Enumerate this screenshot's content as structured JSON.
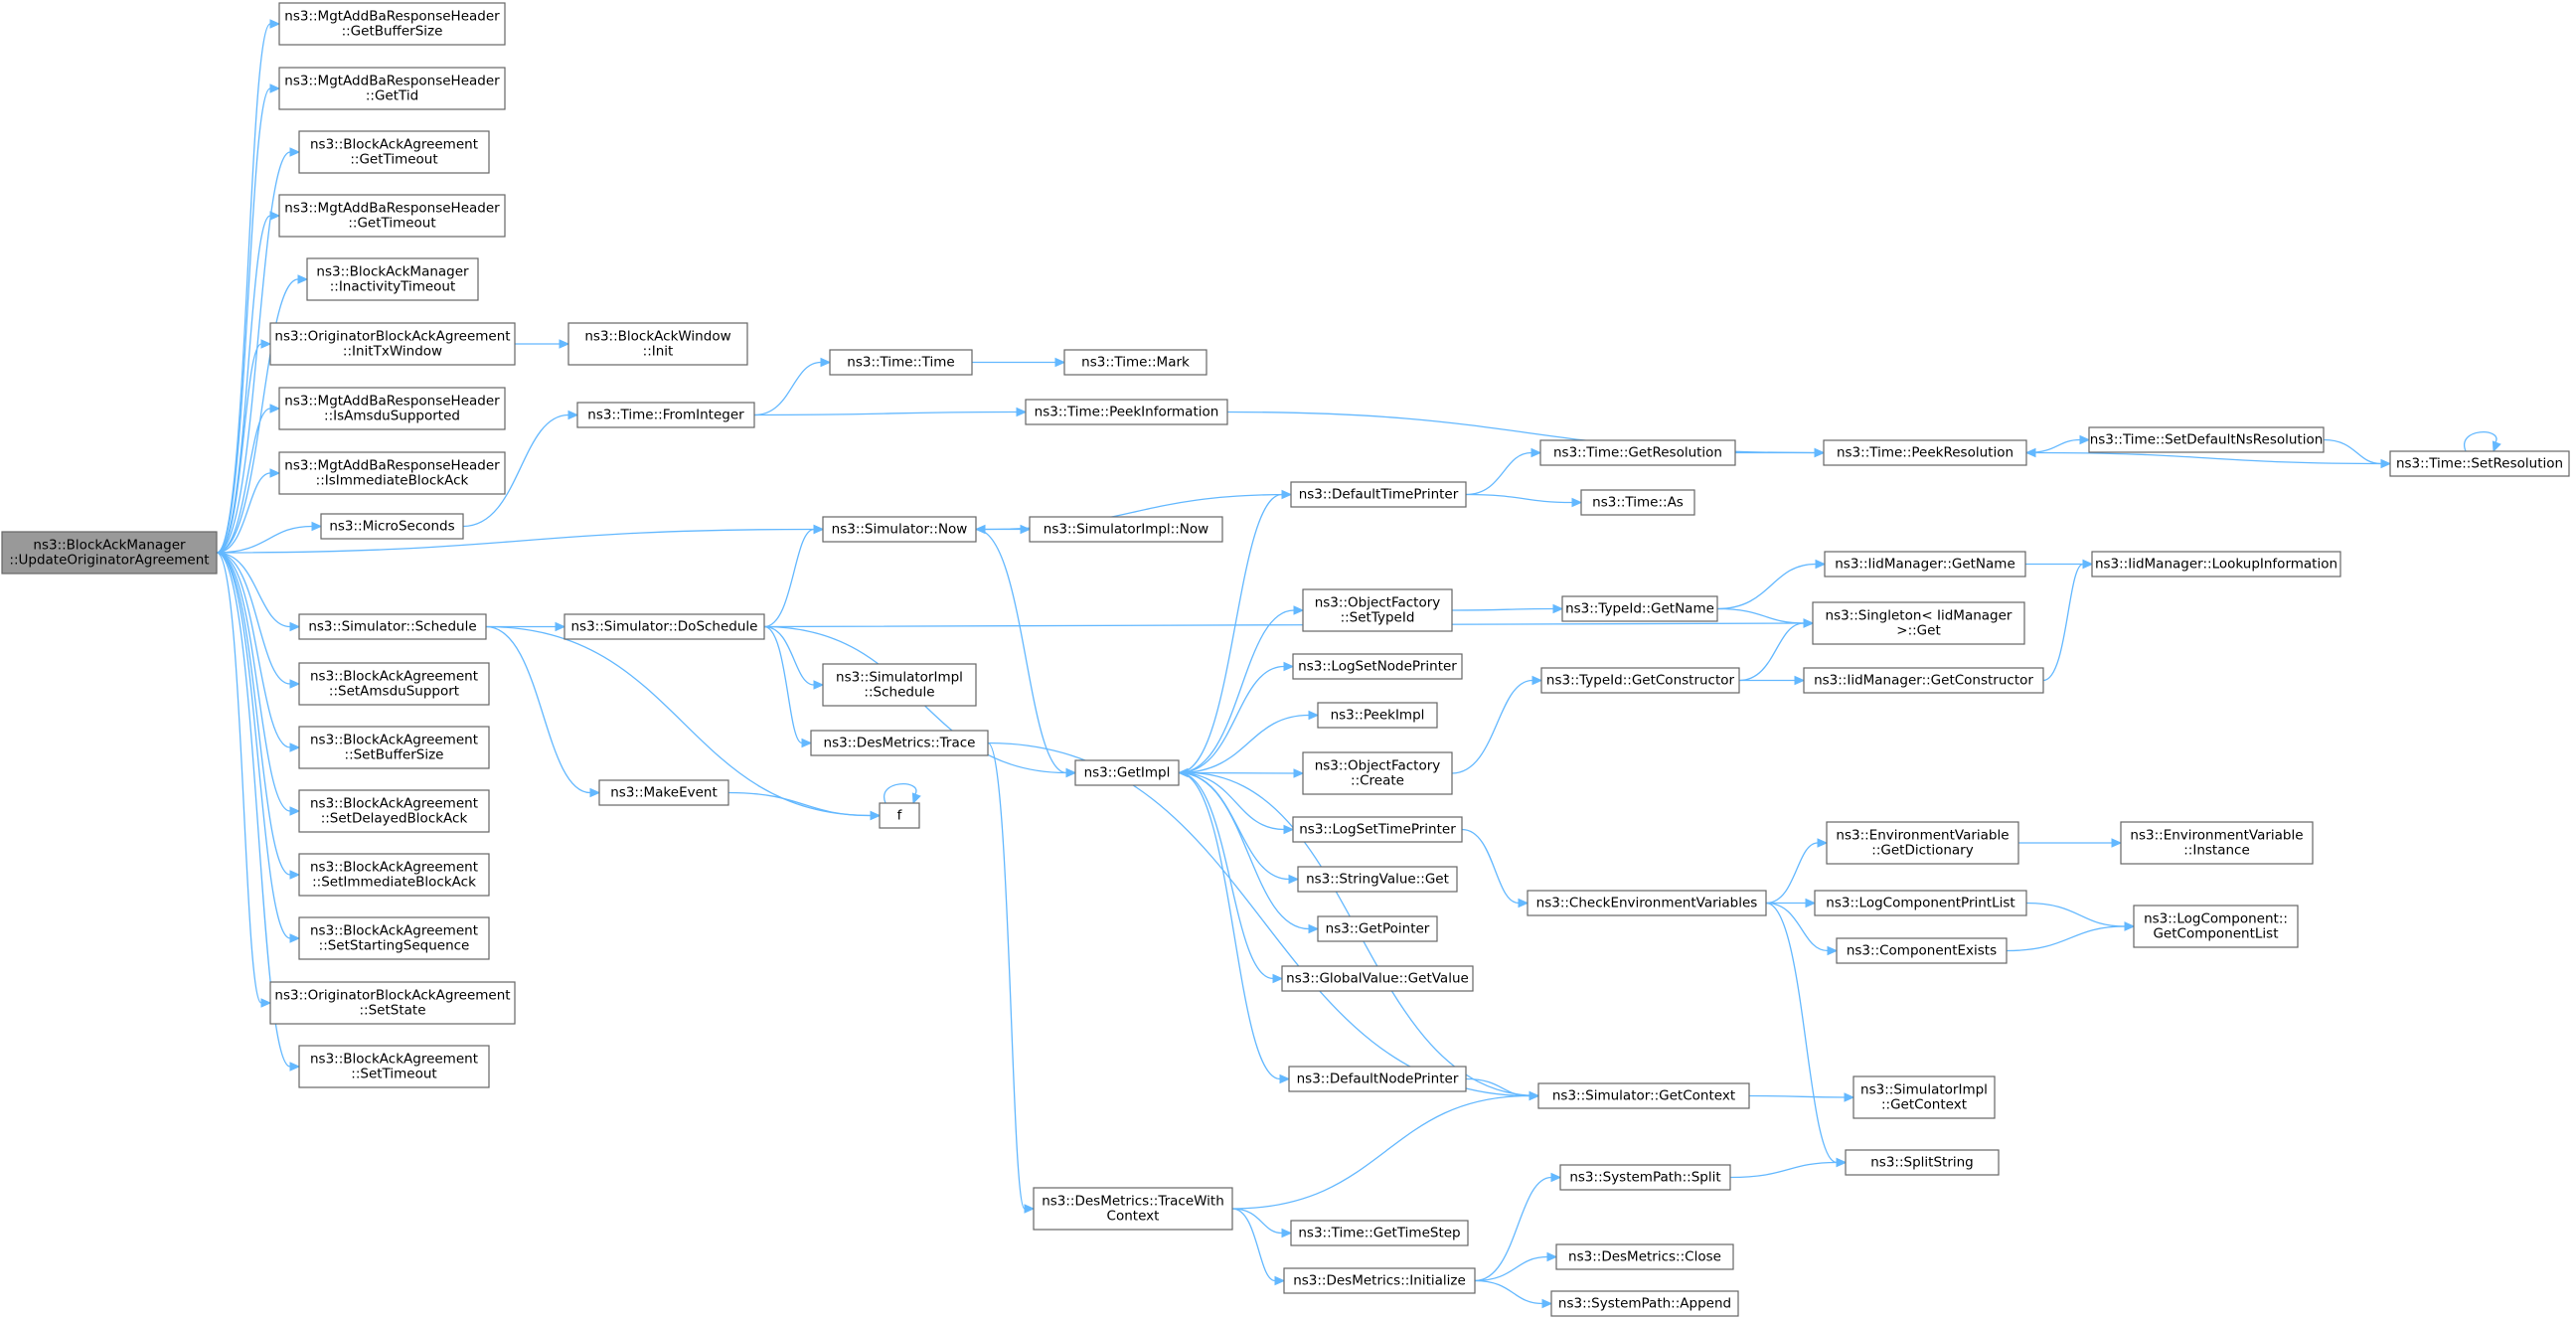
{
  "colors": {
    "edge": "#63b8ff",
    "node_border": "#666666",
    "node_fill": "#ffffff",
    "root_fill": "#999999",
    "text": "#000000"
  },
  "nodes": [
    {
      "id": "root",
      "lines": [
        "ns3::BlockAckManager",
        "::UpdateOriginatorAgreement"
      ],
      "root": true
    },
    {
      "id": "getBufferSize",
      "lines": [
        "ns3::MgtAddBaResponseHeader",
        "::GetBufferSize"
      ]
    },
    {
      "id": "getTid",
      "lines": [
        "ns3::MgtAddBaResponseHeader",
        "::GetTid"
      ]
    },
    {
      "id": "baaGetTimeout",
      "lines": [
        "ns3::BlockAckAgreement",
        "::GetTimeout"
      ]
    },
    {
      "id": "mgtGetTimeout",
      "lines": [
        "ns3::MgtAddBaResponseHeader",
        "::GetTimeout"
      ]
    },
    {
      "id": "inactivityTimeout",
      "lines": [
        "ns3::BlockAckManager",
        "::InactivityTimeout"
      ]
    },
    {
      "id": "initTxWindow",
      "lines": [
        "ns3::OriginatorBlockAckAgreement",
        "::InitTxWindow"
      ]
    },
    {
      "id": "bawInit",
      "lines": [
        "ns3::BlockAckWindow",
        "::Init"
      ]
    },
    {
      "id": "isAmsduSupported",
      "lines": [
        "ns3::MgtAddBaResponseHeader",
        "::IsAmsduSupported"
      ]
    },
    {
      "id": "isImmediateBlockAck",
      "lines": [
        "ns3::MgtAddBaResponseHeader",
        "::IsImmediateBlockAck"
      ]
    },
    {
      "id": "microSeconds",
      "lines": [
        "ns3::MicroSeconds"
      ]
    },
    {
      "id": "schedule",
      "lines": [
        "ns3::Simulator::Schedule"
      ]
    },
    {
      "id": "setAmsduSupport",
      "lines": [
        "ns3::BlockAckAgreement",
        "::SetAmsduSupport"
      ]
    },
    {
      "id": "setBufferSize",
      "lines": [
        "ns3::BlockAckAgreement",
        "::SetBufferSize"
      ]
    },
    {
      "id": "setDelayedBlockAck",
      "lines": [
        "ns3::BlockAckAgreement",
        "::SetDelayedBlockAck"
      ]
    },
    {
      "id": "setImmediateBlockAck",
      "lines": [
        "ns3::BlockAckAgreement",
        "::SetImmediateBlockAck"
      ]
    },
    {
      "id": "setStartingSequence",
      "lines": [
        "ns3::BlockAckAgreement",
        "::SetStartingSequence"
      ]
    },
    {
      "id": "setState",
      "lines": [
        "ns3::OriginatorBlockAckAgreement",
        "::SetState"
      ]
    },
    {
      "id": "setTimeout",
      "lines": [
        "ns3::BlockAckAgreement",
        "::SetTimeout"
      ]
    },
    {
      "id": "fromInteger",
      "lines": [
        "ns3::Time::FromInteger"
      ]
    },
    {
      "id": "timeTime",
      "lines": [
        "ns3::Time::Time"
      ]
    },
    {
      "id": "timeMark",
      "lines": [
        "ns3::Time::Mark"
      ]
    },
    {
      "id": "peekInformation",
      "lines": [
        "ns3::Time::PeekInformation"
      ]
    },
    {
      "id": "peekResolution",
      "lines": [
        "ns3::Time::PeekResolution"
      ]
    },
    {
      "id": "setDefaultNsResolution",
      "lines": [
        "ns3::Time::SetDefaultNsResolution"
      ]
    },
    {
      "id": "setResolution",
      "lines": [
        "ns3::Time::SetResolution"
      ]
    },
    {
      "id": "getResolution",
      "lines": [
        "ns3::Time::GetResolution"
      ]
    },
    {
      "id": "defaultTimePrinter",
      "lines": [
        "ns3::DefaultTimePrinter"
      ]
    },
    {
      "id": "timeAs",
      "lines": [
        "ns3::Time::As"
      ]
    },
    {
      "id": "simNow",
      "lines": [
        "ns3::Simulator::Now"
      ]
    },
    {
      "id": "simImplNow",
      "lines": [
        "ns3::SimulatorImpl::Now"
      ]
    },
    {
      "id": "doSchedule",
      "lines": [
        "ns3::Simulator::DoSchedule"
      ]
    },
    {
      "id": "simImplSchedule",
      "lines": [
        "ns3::SimulatorImpl",
        "::Schedule"
      ]
    },
    {
      "id": "desTrace",
      "lines": [
        "ns3::DesMetrics::Trace"
      ]
    },
    {
      "id": "makeEvent",
      "lines": [
        "ns3::MakeEvent"
      ]
    },
    {
      "id": "f",
      "lines": [
        "f"
      ]
    },
    {
      "id": "getImpl",
      "lines": [
        "ns3::GetImpl"
      ]
    },
    {
      "id": "ofSetTypeId",
      "lines": [
        "ns3::ObjectFactory",
        "::SetTypeId"
      ]
    },
    {
      "id": "logSetNodePrinter",
      "lines": [
        "ns3::LogSetNodePrinter"
      ]
    },
    {
      "id": "peekImpl",
      "lines": [
        "ns3::PeekImpl"
      ]
    },
    {
      "id": "ofCreate",
      "lines": [
        "ns3::ObjectFactory",
        "::Create"
      ]
    },
    {
      "id": "logSetTimePrinter",
      "lines": [
        "ns3::LogSetTimePrinter"
      ]
    },
    {
      "id": "stringValueGet",
      "lines": [
        "ns3::StringValue::Get"
      ]
    },
    {
      "id": "getPointer",
      "lines": [
        "ns3::GetPointer"
      ]
    },
    {
      "id": "globalValueGetValue",
      "lines": [
        "ns3::GlobalValue::GetValue"
      ]
    },
    {
      "id": "defaultNodePrinter",
      "lines": [
        "ns3::DefaultNodePrinter"
      ]
    },
    {
      "id": "typeIdGetName",
      "lines": [
        "ns3::TypeId::GetName"
      ]
    },
    {
      "id": "typeIdGetConstructor",
      "lines": [
        "ns3::TypeId::GetConstructor"
      ]
    },
    {
      "id": "iidGetName",
      "lines": [
        "ns3::IidManager::GetName"
      ]
    },
    {
      "id": "iidLookup",
      "lines": [
        "ns3::IidManager::LookupInformation"
      ]
    },
    {
      "id": "singletonGet",
      "lines": [
        "ns3::Singleton< IidManager",
        ">::Get"
      ]
    },
    {
      "id": "iidGetConstructor",
      "lines": [
        "ns3::IidManager::GetConstructor"
      ]
    },
    {
      "id": "checkEnv",
      "lines": [
        "ns3::CheckEnvironmentVariables"
      ]
    },
    {
      "id": "envGetDictionary",
      "lines": [
        "ns3::EnvironmentVariable",
        "::GetDictionary"
      ]
    },
    {
      "id": "envInstance",
      "lines": [
        "ns3::EnvironmentVariable",
        "::Instance"
      ]
    },
    {
      "id": "logComponentPrintList",
      "lines": [
        "ns3::LogComponentPrintList"
      ]
    },
    {
      "id": "componentExists",
      "lines": [
        "ns3::ComponentExists"
      ]
    },
    {
      "id": "getComponentList",
      "lines": [
        "ns3::LogComponent::",
        "GetComponentList"
      ]
    },
    {
      "id": "simGetContext",
      "lines": [
        "ns3::Simulator::GetContext"
      ]
    },
    {
      "id": "simImplGetContext",
      "lines": [
        "ns3::SimulatorImpl",
        "::GetContext"
      ]
    },
    {
      "id": "splitString",
      "lines": [
        "ns3::SplitString"
      ]
    },
    {
      "id": "systemPathSplit",
      "lines": [
        "ns3::SystemPath::Split"
      ]
    },
    {
      "id": "traceWithContext",
      "lines": [
        "ns3::DesMetrics::TraceWith",
        "Context"
      ]
    },
    {
      "id": "getTimeStep",
      "lines": [
        "ns3::Time::GetTimeStep"
      ]
    },
    {
      "id": "desInitialize",
      "lines": [
        "ns3::DesMetrics::Initialize"
      ]
    },
    {
      "id": "desClose",
      "lines": [
        "ns3::DesMetrics::Close"
      ]
    },
    {
      "id": "systemPathAppend",
      "lines": [
        "ns3::SystemPath::Append"
      ]
    }
  ]
}
